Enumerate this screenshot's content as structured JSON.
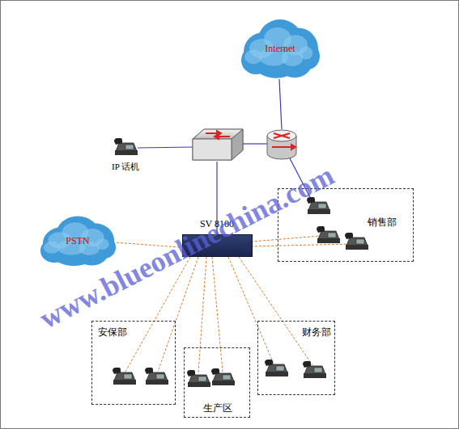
{
  "diagram": {
    "nodes": [
      {
        "text": [
          "Internet"
        ]
      },
      {
        "text": [
          "PSTN"
        ]
      },
      {
        "text": [
          "SV 8100"
        ]
      },
      {
        "text": [
          "销售部"
        ]
      },
      {
        "text": [
          "安保部"
        ]
      },
      {
        "text": [
          "生产区"
        ]
      },
      {
        "text": [
          "财务部"
        ]
      }
    ],
    "edges": [
      {
        "from": 1,
        "to": 2,
        "arrow": "none"
      }
    ],
    "labels": [
      "IP 话机",
      "www.blueonlinechina.com"
    ]
  }
}
